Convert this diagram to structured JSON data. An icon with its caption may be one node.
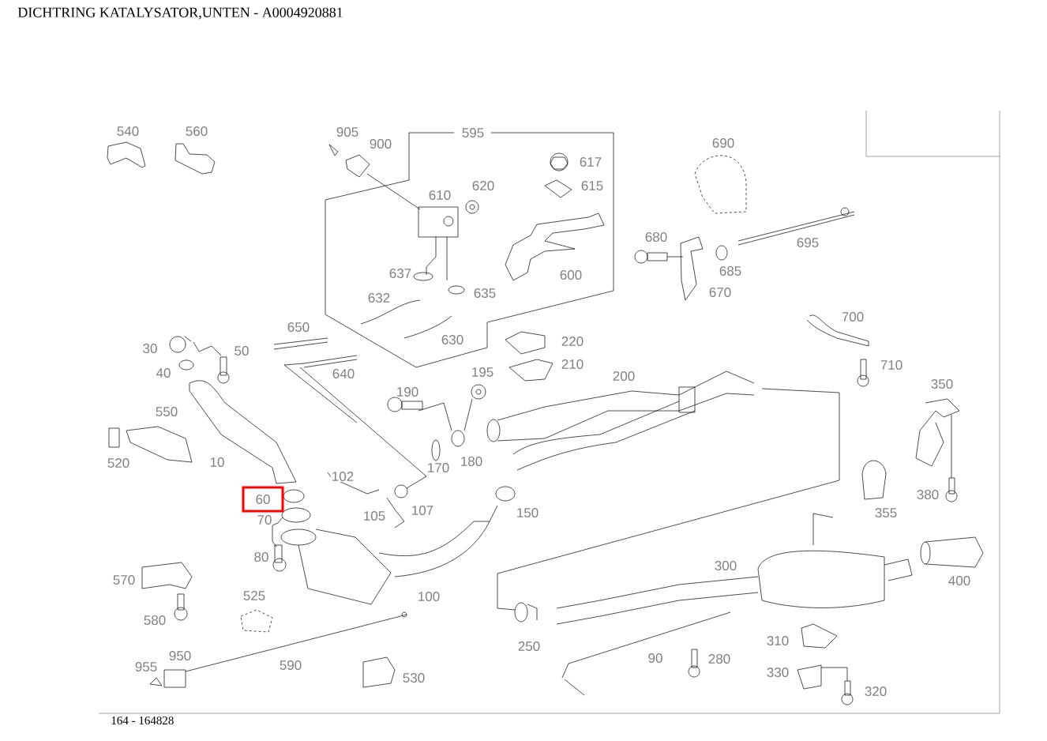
{
  "diagram": {
    "title": "DICHTRING KATALYSATOR,UNTEN - A0004920881",
    "caption": "164 - 164828",
    "nodes": [
      {
        "text": [
          "60"
        ]
      }
    ],
    "labels": [
      "540",
      "560",
      "905",
      "900",
      "595",
      "690",
      "617",
      "620",
      "615",
      "610",
      "680",
      "695",
      "685",
      "637",
      "600",
      "635",
      "670",
      "632",
      "700",
      "650",
      "630",
      "220",
      "30",
      "50",
      "710",
      "210",
      "40",
      "640",
      "195",
      "200",
      "350",
      "190",
      "550",
      "180",
      "10",
      "520",
      "170",
      "102",
      "380",
      "107",
      "150",
      "355",
      "105",
      "70",
      "80",
      "300",
      "570",
      "400",
      "525",
      "100",
      "580",
      "310",
      "250",
      "950",
      "280",
      "90",
      "955",
      "590",
      "330",
      "530",
      "320"
    ]
  }
}
